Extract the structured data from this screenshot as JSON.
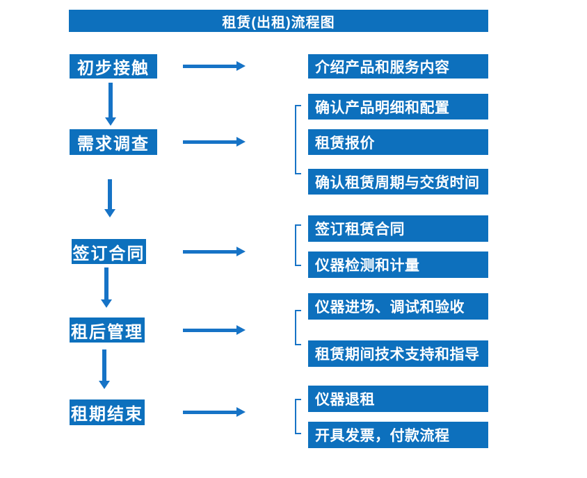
{
  "title": "租赁(出租)流程图",
  "colors": {
    "primary": "#0d70bd",
    "arrow": "#1673c6",
    "box_text": "#ffffff",
    "background": "#ffffff"
  },
  "steps": [
    {
      "label": "初步接触",
      "outputs": [
        "介绍产品和服务内容"
      ]
    },
    {
      "label": "需求调查",
      "outputs": [
        "确认产品明细和配置",
        "租赁报价",
        "确认租赁周期与交货时间"
      ]
    },
    {
      "label": "签订合同",
      "outputs": [
        "签订租赁合同",
        "仪器检测和计量"
      ]
    },
    {
      "label": "租后管理",
      "outputs": [
        "仪器进场、调试和验收",
        "租赁期间技术支持和指导"
      ]
    },
    {
      "label": "租期结束",
      "outputs": [
        "仪器退租",
        "开具发票，付款流程"
      ]
    }
  ]
}
